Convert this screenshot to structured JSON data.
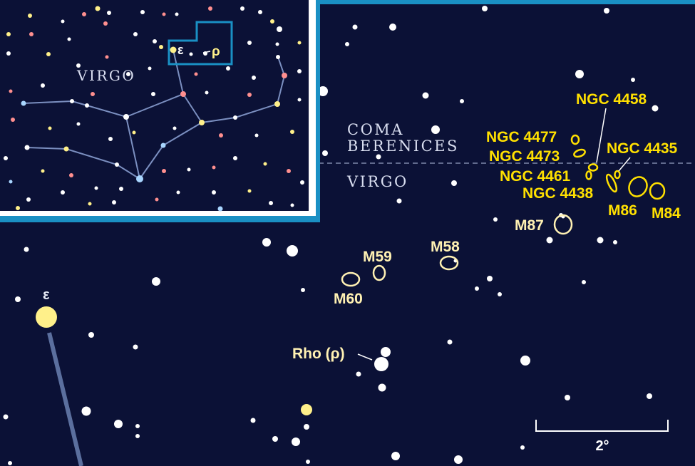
{
  "colors": {
    "background": "#0b1136",
    "star_white": "#ffffff",
    "star_yellow": "#fff08a",
    "galaxy_label_yellow": "#ffe000",
    "galaxy_label_pale": "#fff1b3",
    "inset_frame": "#1a90c4",
    "inset_border": "#ffffff",
    "constellation_line": "#7b8fc0",
    "boundary_dash": "#7e87aa",
    "star_red": "#ff8f8f",
    "star_blue": "#a9d6ff"
  },
  "constellation_labels": {
    "coma_line1": "COMA",
    "coma_line2": "BERENICES",
    "virgo": "VIRGO",
    "inset_virgo": "VIRGO"
  },
  "star_labels": {
    "epsilon": "ε",
    "rho": "Rho (ρ)",
    "inset_epsilon": "ε",
    "inset_rho": "ρ"
  },
  "galaxies": [
    {
      "id": "ngc-4458",
      "label": "NGC 4458",
      "color": "yellow"
    },
    {
      "id": "ngc-4477",
      "label": "NGC 4477",
      "color": "yellow"
    },
    {
      "id": "ngc-4473",
      "label": "NGC 4473",
      "color": "yellow"
    },
    {
      "id": "ngc-4435",
      "label": "NGC 4435",
      "color": "yellow"
    },
    {
      "id": "ngc-4461",
      "label": "NGC 4461",
      "color": "yellow"
    },
    {
      "id": "ngc-4438",
      "label": "NGC 4438",
      "color": "yellow"
    },
    {
      "id": "m86",
      "label": "M86",
      "color": "yellow"
    },
    {
      "id": "m84",
      "label": "M84",
      "color": "yellow"
    },
    {
      "id": "m87",
      "label": "M87",
      "color": "pale"
    },
    {
      "id": "m58",
      "label": "M58",
      "color": "pale"
    },
    {
      "id": "m59",
      "label": "M59",
      "color": "pale"
    },
    {
      "id": "m60",
      "label": "M60",
      "color": "pale"
    }
  ],
  "scale_bar": {
    "label": "2°"
  }
}
